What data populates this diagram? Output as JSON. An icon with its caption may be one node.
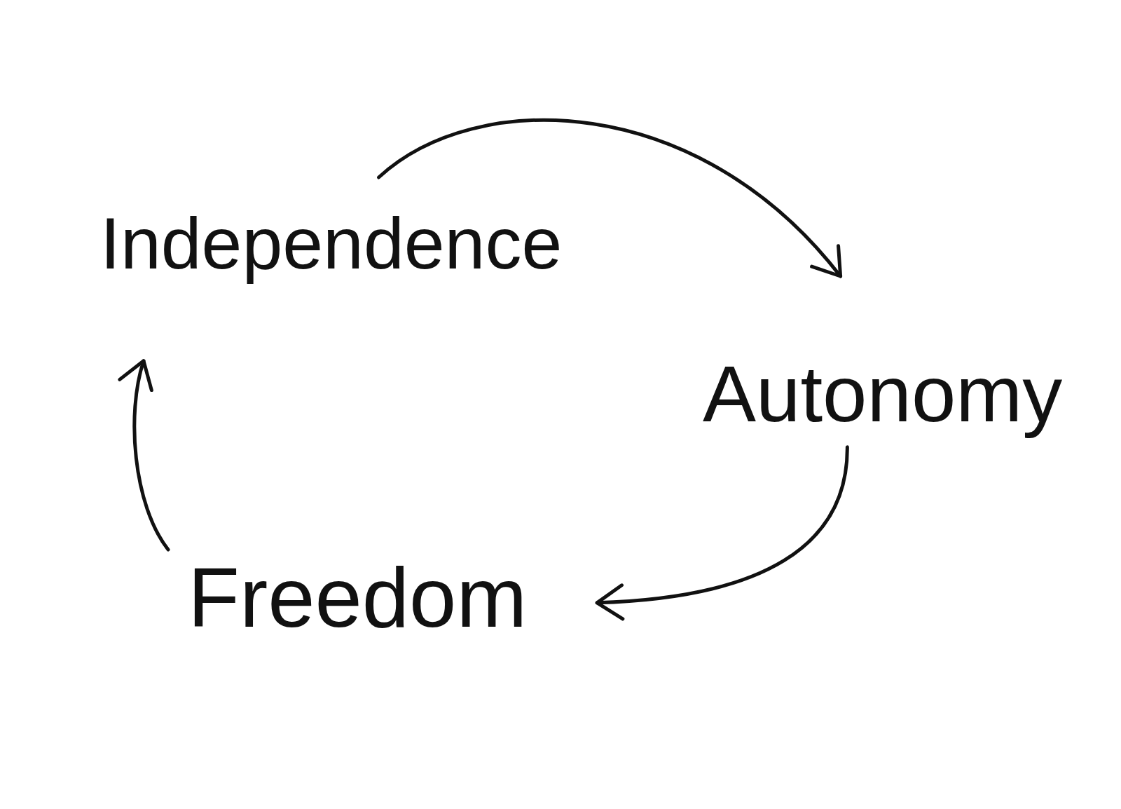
{
  "diagram": {
    "nodes": [
      {
        "text": [
          "Independence"
        ]
      },
      {
        "text": [
          "Autonomy"
        ]
      },
      {
        "text": [
          "Freedom"
        ]
      }
    ],
    "edges": [
      {
        "from": 0,
        "to": 1,
        "arrow": "to"
      },
      {
        "from": 1,
        "to": 2,
        "arrow": "to"
      },
      {
        "from": 2,
        "to": 0,
        "arrow": "to"
      }
    ]
  }
}
